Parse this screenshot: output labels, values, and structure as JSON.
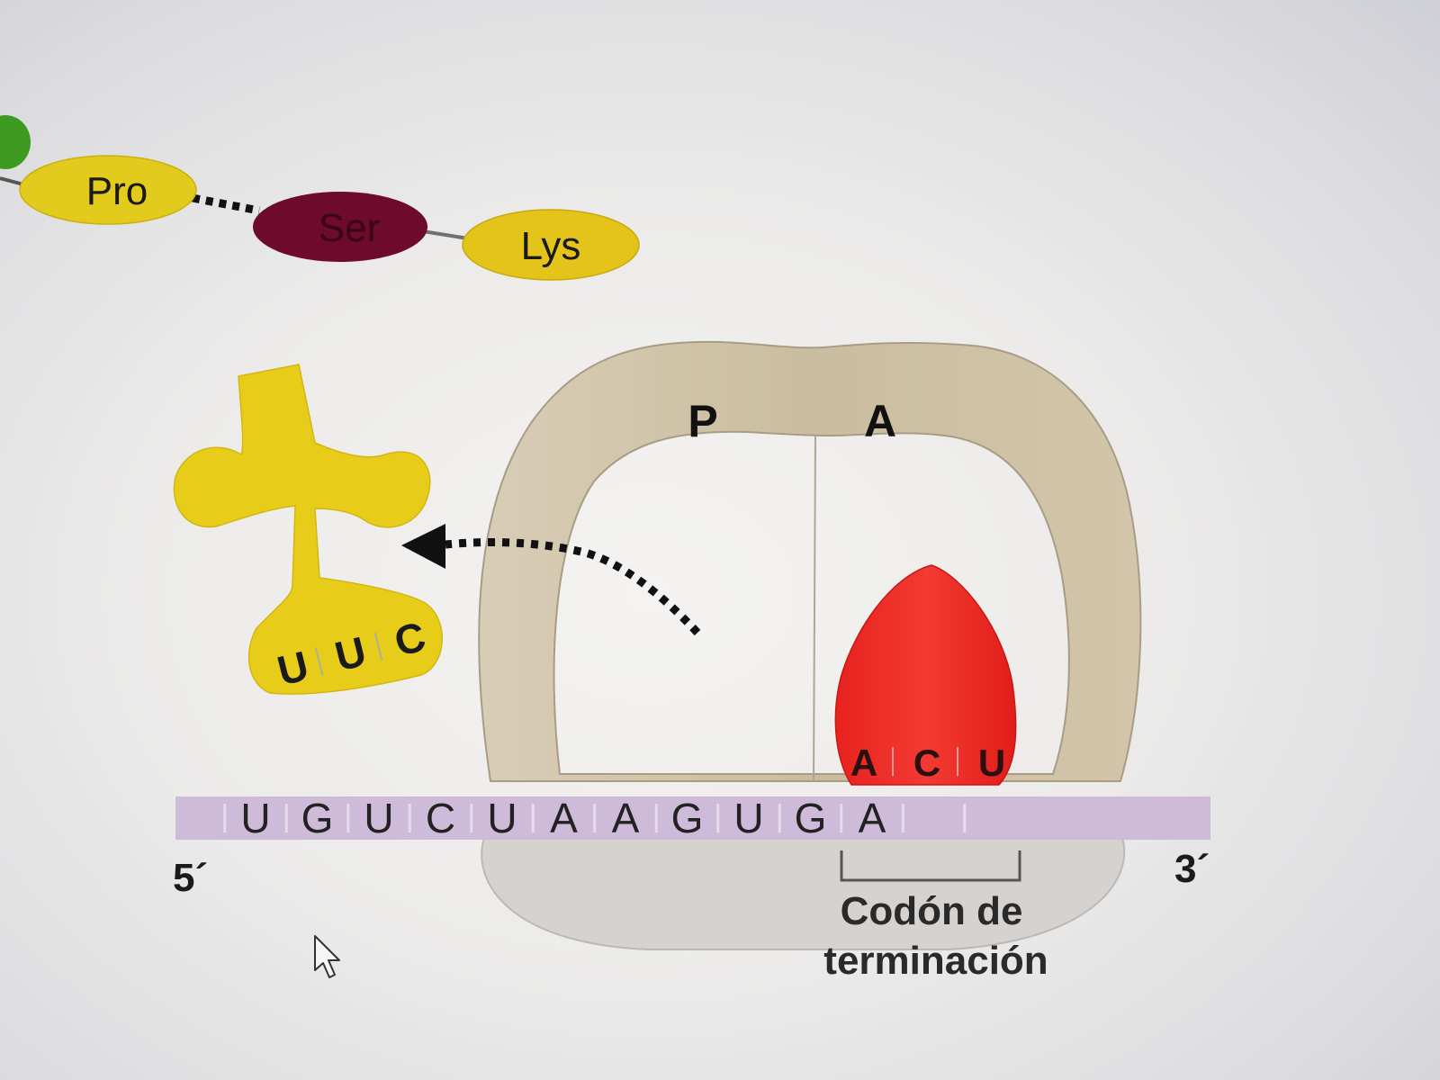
{
  "peptide_chain": {
    "amino_acids": [
      {
        "label": "Pro",
        "color": "#e2cb1c"
      },
      {
        "label": "Ser",
        "color": "#6e0a2c"
      },
      {
        "label": "Lys",
        "color": "#e4c41a"
      }
    ],
    "leading_residue_color": "#3f9a22"
  },
  "ribosome": {
    "p_site_label": "P",
    "a_site_label": "A",
    "large_subunit_color": "#cfc3ab",
    "small_subunit_color": "#d6d2cf"
  },
  "released_tRNA": {
    "anticodon": [
      "U",
      "U",
      "C"
    ],
    "color": "#e8cc1a"
  },
  "release_factor": {
    "anticodon": [
      "A",
      "C",
      "U"
    ],
    "color": "#e8201e"
  },
  "mrna": {
    "bases": [
      "U",
      "G",
      "U",
      "C",
      "U",
      "A",
      "A",
      "G",
      "U",
      "G",
      "A"
    ],
    "five_prime_label": "5´",
    "three_prime_label": "3´",
    "color": "#cdbbd9"
  },
  "stop_codon_caption": {
    "line1": "Codón de",
    "line2": "terminación"
  }
}
